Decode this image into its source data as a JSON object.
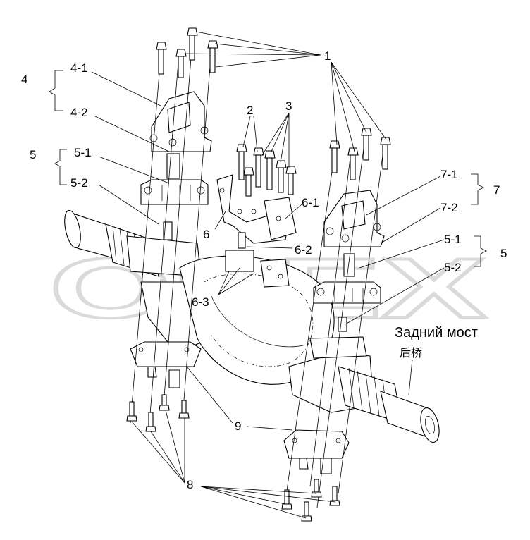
{
  "watermark": "OPEX",
  "caption": {
    "ru": "Задний мост",
    "cn": "后桥"
  },
  "callouts": {
    "c1": "1",
    "c2": "2",
    "c3": "3",
    "c4": "4",
    "c4_1": "4-1",
    "c4_2": "4-2",
    "c5_left": "5",
    "c5_1_left": "5-1",
    "c5_2_left": "5-2",
    "c6": "6",
    "c6_1": "6-1",
    "c6_2": "6-2",
    "c6_3": "6-3",
    "c7": "7",
    "c7_1": "7-1",
    "c7_2": "7-2",
    "c5_right": "5",
    "c5_1_right": "5-1",
    "c5_2_right": "5-2",
    "c8": "8",
    "c9": "9"
  }
}
